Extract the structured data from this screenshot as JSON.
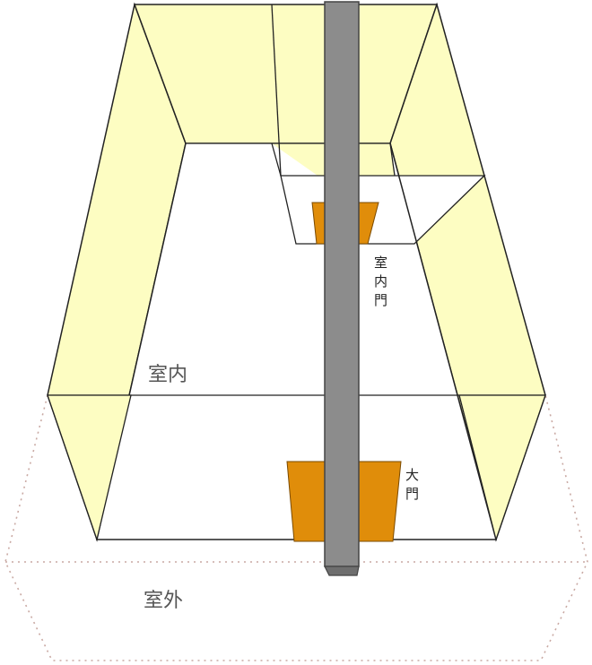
{
  "labels": {
    "inner_room": "室内",
    "outside": "室外",
    "inner_gate": "室内門",
    "main_gate": "大門"
  },
  "colors": {
    "wall_fill": "#fdfdc2",
    "gate_fill": "#e08d0a",
    "beam_fill": "#8c8c8c",
    "outline": "#222222",
    "dotted_outline": "#c9a9a3"
  }
}
